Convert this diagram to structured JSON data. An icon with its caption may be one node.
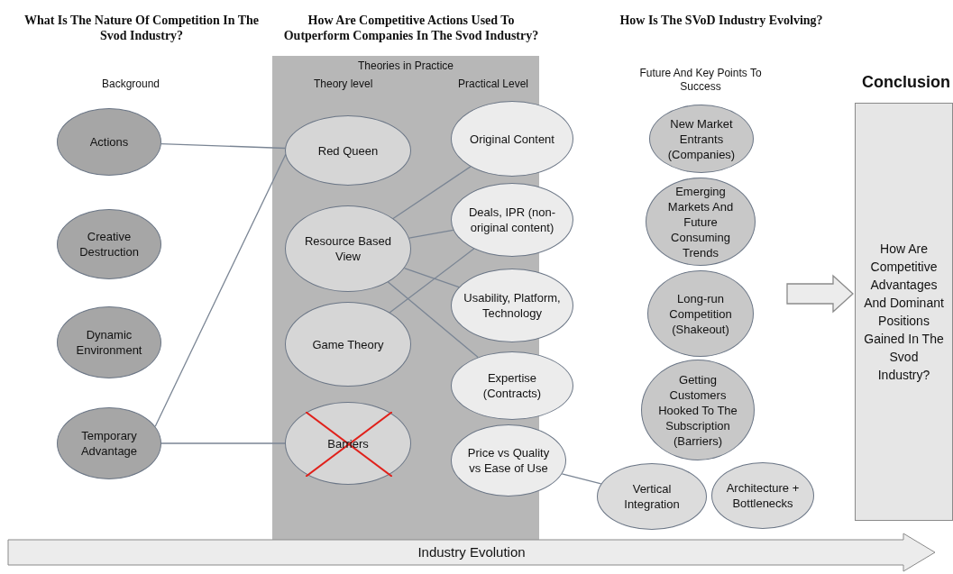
{
  "diagram": {
    "nodes": [
      {
        "text": [
          "Actions"
        ]
      },
      {
        "text": [
          "Creative Destruction"
        ]
      },
      {
        "text": [
          "Dynamic Environment"
        ]
      },
      {
        "text": [
          "Temporary Advantage"
        ]
      },
      {
        "text": [
          "Theories in Practice",
          "Theory level",
          "Practical Level"
        ]
      },
      {
        "text": [
          "Red Queen"
        ],
        "in": 4
      },
      {
        "text": [
          "Original Content"
        ]
      },
      {
        "text": [
          "Resource Based View"
        ],
        "in": 4
      },
      {
        "text": [
          "Deals, IPR (non-original content)"
        ]
      },
      {
        "text": [
          "Usability, Platform, Technology"
        ]
      },
      {
        "text": [
          "Game Theory"
        ],
        "in": 4
      },
      {
        "text": [
          "Expertise (Contracts)"
        ]
      },
      {
        "text": [
          "Barriers"
        ],
        "in": 4
      },
      {
        "text": [
          "Price vs Quality vs Ease of Use"
        ]
      },
      {
        "text": [
          "New Market Entrants (Companies)"
        ]
      },
      {
        "text": [
          "Emerging Markets And Future Consuming Trends"
        ]
      },
      {
        "text": [
          "Long-run Competition (Shakeout)"
        ]
      },
      {
        "text": [
          "Getting Customers Hooked To The Subscription (Barriers)"
        ]
      },
      {
        "text": [
          "Vertical Integration"
        ]
      },
      {
        "text": [
          "Architecture + Bottlenecks"
        ]
      },
      {
        "text": [
          "Conclusion",
          "How Are Competitive Advantages And Dominant Positions Gained In The Svod Industry?"
        ]
      },
      {
        "text": [
          "Industry Evolution"
        ]
      }
    ],
    "edges": [
      {
        "from": 0,
        "to": 5,
        "arrow": "none"
      },
      {
        "from": 3,
        "to": 5,
        "arrow": "none"
      },
      {
        "from": 3,
        "to": 12,
        "arrow": "none"
      },
      {
        "from": 7,
        "to": 6,
        "arrow": "none"
      },
      {
        "from": 7,
        "to": 8,
        "arrow": "none"
      },
      {
        "from": 7,
        "to": 9,
        "arrow": "none"
      },
      {
        "from": 7,
        "to": 11,
        "arrow": "none"
      },
      {
        "from": 10,
        "to": 8,
        "arrow": "none"
      },
      {
        "from": 13,
        "to": 18,
        "arrow": "none"
      },
      {
        "from": null,
        "to": 20,
        "arrow": "to"
      }
    ],
    "labels": [
      "What Is The Nature Of Competition In The Svod Industry?",
      "How Are Competitive Actions Used To Outperform Companies In The Svod Industry?",
      "How Is The SVoD Industry Evolving?",
      "Background",
      "Future And Key Points To Success"
    ]
  }
}
